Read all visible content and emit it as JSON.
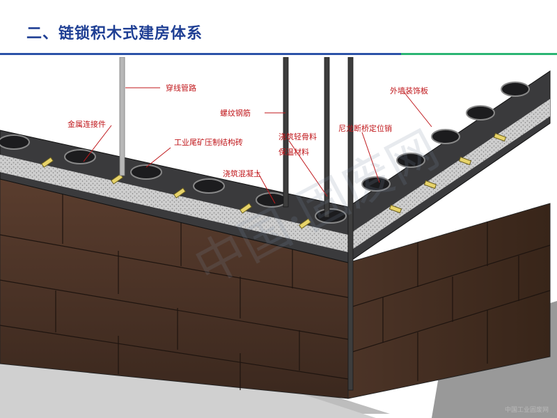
{
  "title": "二、链锁积木式建房体系",
  "labels": {
    "conduit": "穿线管路",
    "rebar": "螺纹钢筋",
    "metal_connector": "金属连接件",
    "tailing_brick": "工业尾矿压制结构砖",
    "lightweight_aggregate_1": "浇筑轻骨料",
    "lightweight_aggregate_2": "保温材料",
    "concrete": "浇筑混凝土",
    "nylon_pin": "尼龙断桥定位销",
    "cladding": "外墙装饰板"
  },
  "watermark": "中国·固废网",
  "corner_note": "中国工业固废网",
  "colors": {
    "title": "#1f3f94",
    "rule_blue": "#2b52a8",
    "rule_green": "#2bb573",
    "label": "#c0171b",
    "cladding": "#4a3226",
    "block": "#3a3a3c",
    "pin": "#e7d36a"
  }
}
